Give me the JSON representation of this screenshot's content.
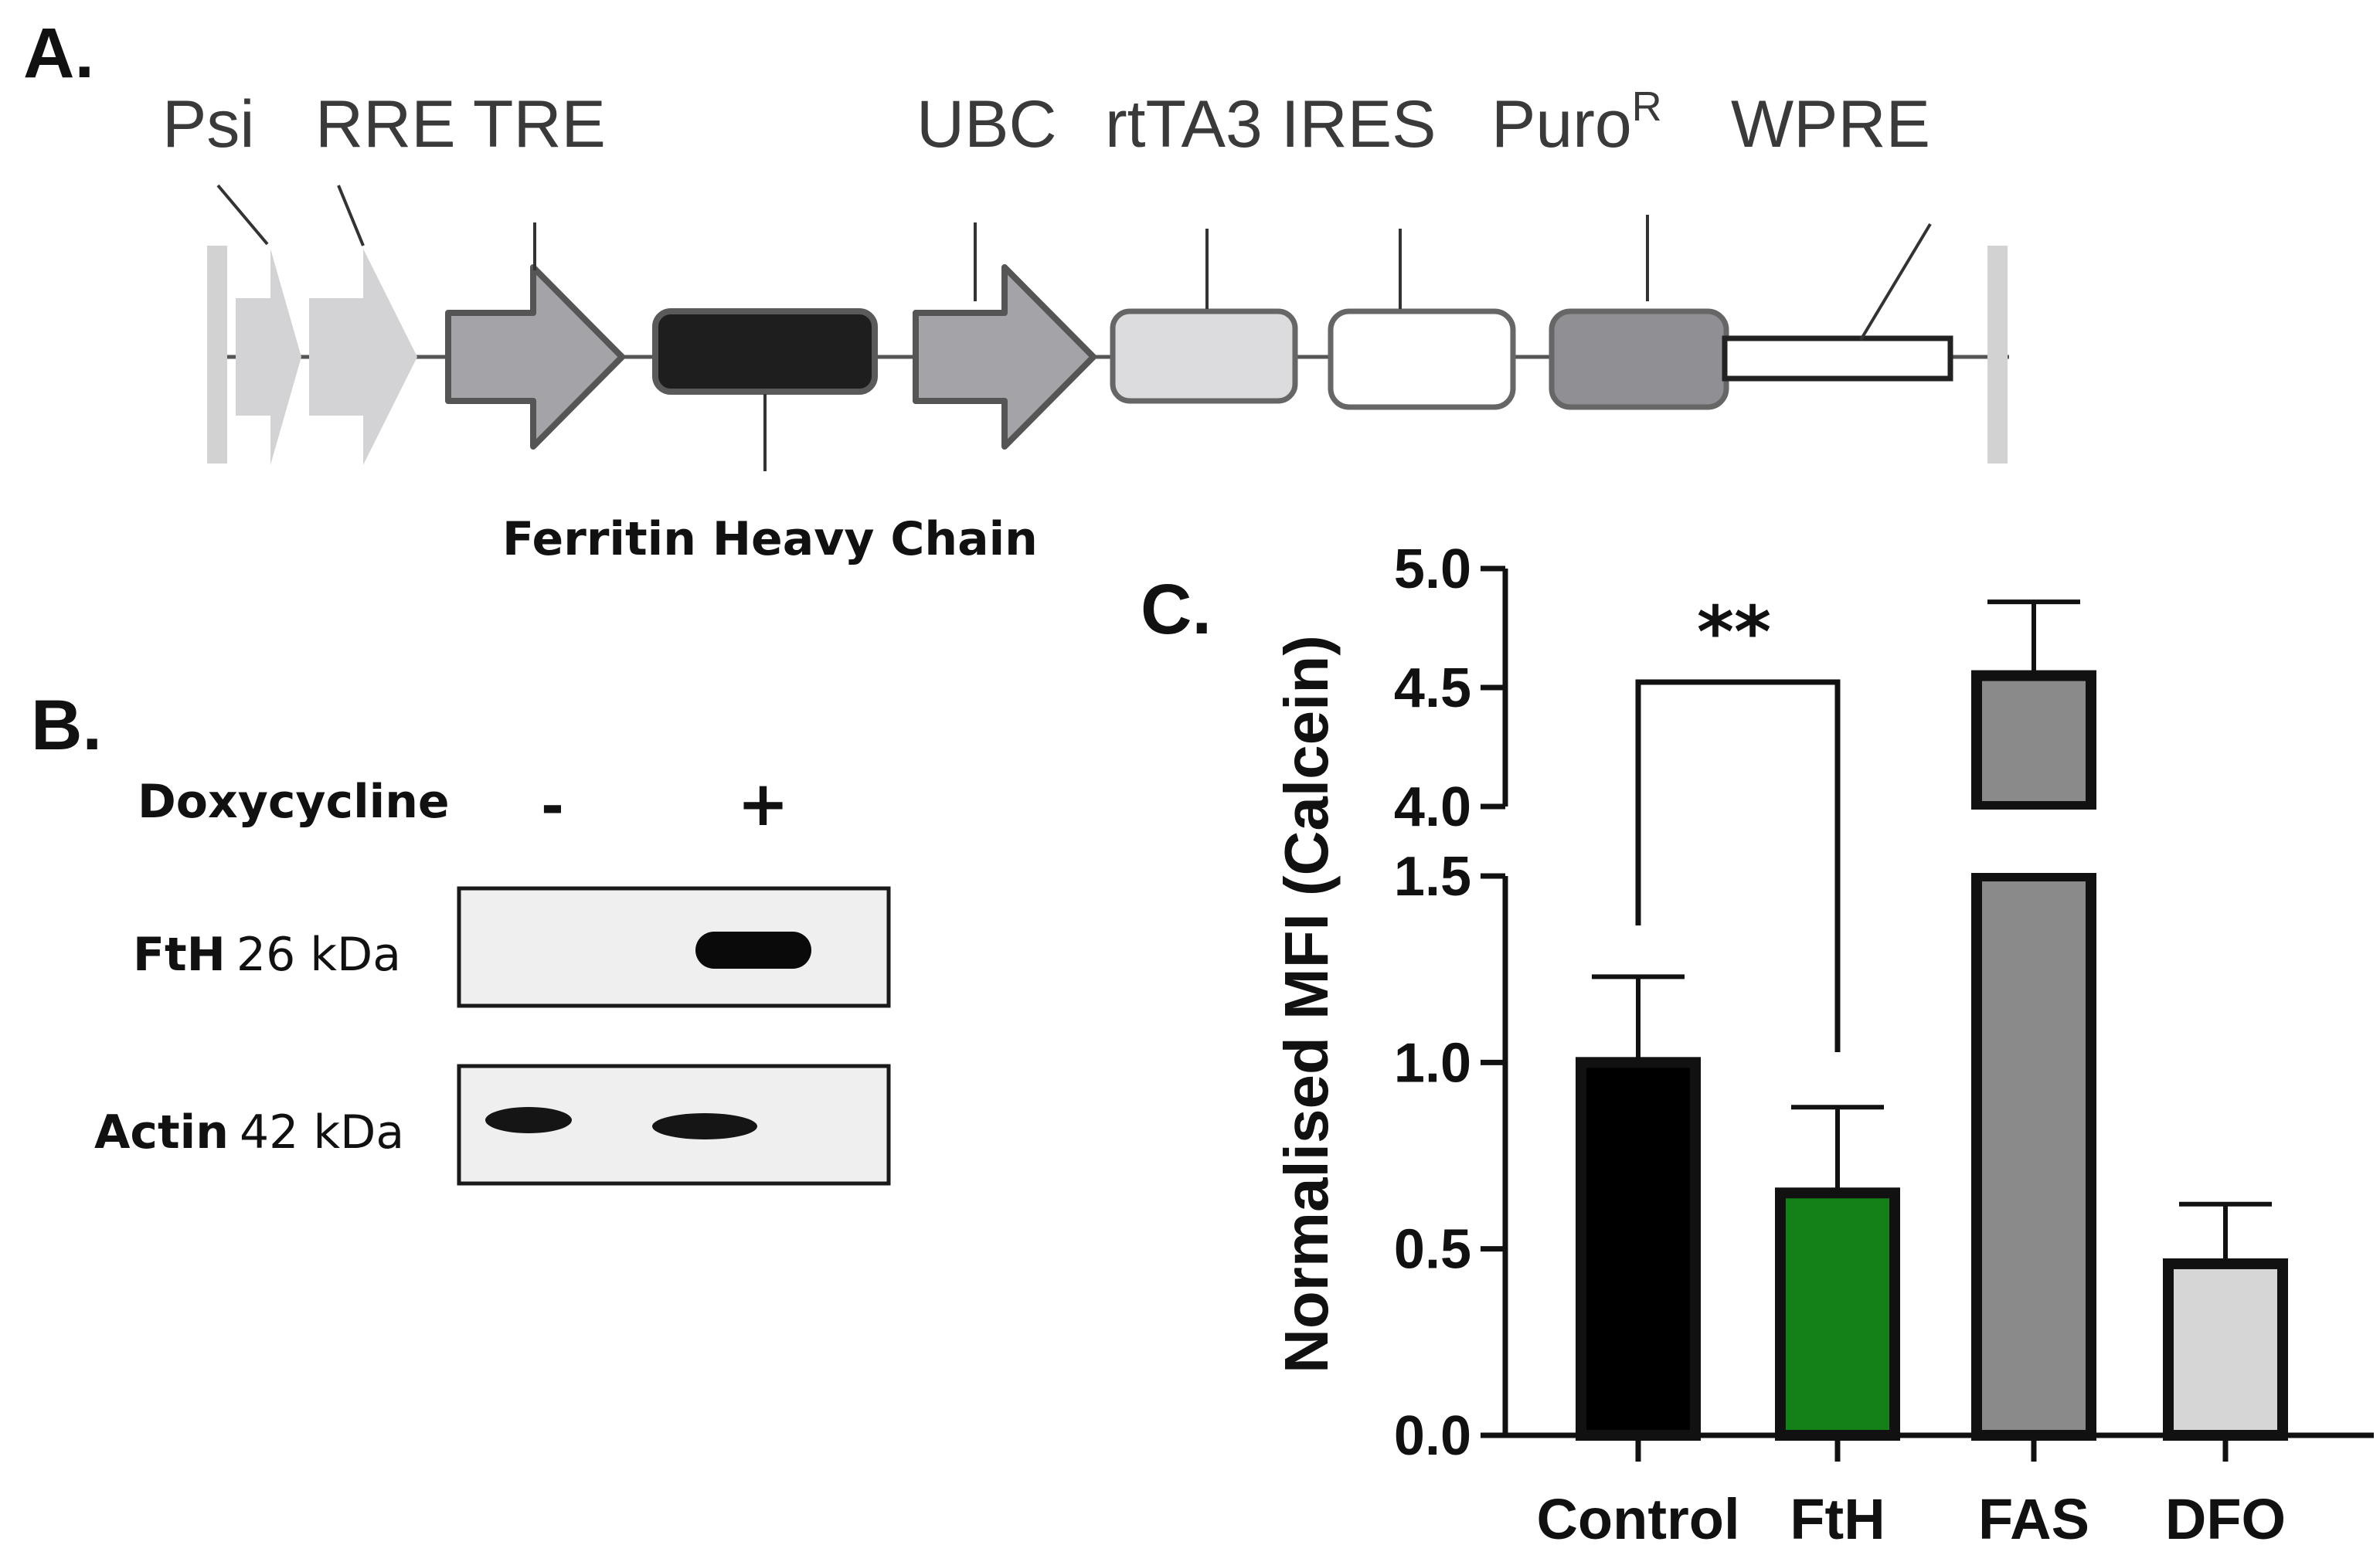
{
  "panel_a": {
    "letter": "A.",
    "features": {
      "psi": "Psi",
      "rre_tre": "RRE TRE",
      "ubc": "UBC",
      "rtta3_ires": "rtTA3 IRES",
      "puro": "Puro",
      "puro_sup": "R",
      "wpre": "WPRE"
    },
    "insert_label": "Ferritin Heavy Chain"
  },
  "panel_b": {
    "letter": "B.",
    "treatment": "Doxycycline",
    "lane_minus": "-",
    "lane_plus": "+",
    "rows": [
      {
        "protein": "FtH",
        "size": "26 kDa"
      },
      {
        "protein": "Actin",
        "size": "42 kDa"
      }
    ]
  },
  "panel_c": {
    "letter": "C.",
    "significance": "**"
  },
  "chart_data": {
    "type": "bar",
    "ylabel": "Normalised MFI (Calcein)",
    "categories": [
      "Control",
      "FtH",
      "FAS",
      "DFO"
    ],
    "values": [
      1.0,
      0.65,
      4.55,
      0.46
    ],
    "errors": [
      0.23,
      0.23,
      0.31,
      0.16
    ],
    "colors": [
      "#000000",
      "#138018",
      "#8a8a8a",
      "#d6d6d6"
    ],
    "y_broken_axis": true,
    "ylim_lower": [
      0.0,
      1.5
    ],
    "ylim_upper": [
      4.0,
      5.0
    ],
    "yticks_lower": [
      "0.0",
      "0.5",
      "1.0",
      "1.5"
    ],
    "yticks_upper": [
      "4.0",
      "4.5",
      "5.0"
    ],
    "grid": false
  }
}
